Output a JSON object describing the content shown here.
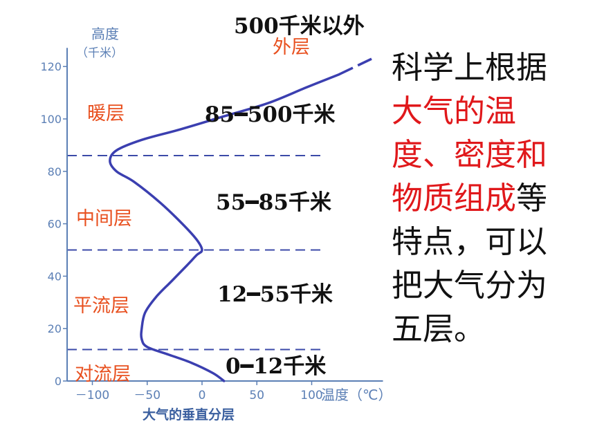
{
  "chart_data": {
    "type": "line",
    "title": "大气的垂直分层",
    "ylabel": "高度",
    "yunit": "（千米）",
    "xlabel": "温度（℃）",
    "xlim": [
      -135,
      165
    ],
    "ylim": [
      0,
      125
    ],
    "xticks": [
      -100,
      -50,
      0,
      50,
      100
    ],
    "yticks": [
      0,
      20,
      40,
      60,
      80,
      100,
      120
    ],
    "xtick_labels": [
      "－100",
      "－50",
      "0",
      "50",
      "100"
    ],
    "ytick_labels": [
      "0",
      "20",
      "40",
      "60",
      "80",
      "100",
      "120"
    ],
    "boundaries": [
      12,
      50,
      86
    ],
    "series": [
      {
        "points": [
          [
            20,
            0
          ],
          [
            10,
            3
          ],
          [
            -10,
            7
          ],
          [
            -30,
            10
          ],
          [
            -50,
            13
          ],
          [
            -55,
            16
          ],
          [
            -55,
            20
          ],
          [
            -52,
            26
          ],
          [
            -42,
            32
          ],
          [
            -28,
            38
          ],
          [
            -14,
            44
          ],
          [
            -5,
            48
          ],
          [
            0,
            50
          ],
          [
            -5,
            54
          ],
          [
            -18,
            60
          ],
          [
            -38,
            68
          ],
          [
            -62,
            76
          ],
          [
            -78,
            80
          ],
          [
            -84,
            84
          ],
          [
            -78,
            88
          ],
          [
            -55,
            92
          ],
          [
            -20,
            96
          ],
          [
            20,
            101
          ],
          [
            60,
            106
          ],
          [
            95,
            112
          ],
          [
            125,
            117
          ]
        ],
        "dashed": [
          [
            125,
            117
          ],
          [
            155,
            123
          ]
        ]
      }
    ],
    "color": "#3b3fb0"
  },
  "text": {
    "top_note": "500千米以外",
    "ranges": [
      "85━500千米",
      "55━85千米",
      "12━55千米",
      "0━12千米"
    ]
  },
  "layers": [
    "外层",
    "暖层",
    "中间层",
    "平流层",
    "对流层"
  ],
  "side_text": {
    "p1": "科学上根据",
    "p2": "大气的温度、密度和物质组成",
    "p3": "等特点，可以把大气分为五层。"
  },
  "colors": {
    "layer_label": "#e8501f",
    "emphasis": "#e0181b",
    "curve": "#3b3fb0",
    "axis": "#5b7fb5"
  }
}
